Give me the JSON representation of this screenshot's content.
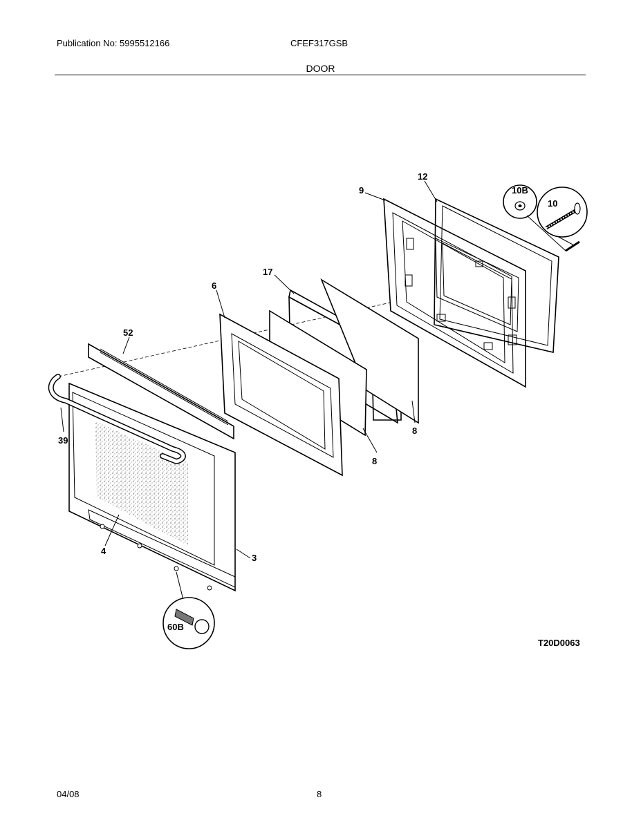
{
  "header": {
    "publication": "Publication No: 5995512166",
    "model": "CFEF317GSB",
    "section": "DOOR"
  },
  "diagram": {
    "code": "T20D0063",
    "callouts": {
      "c9": "9",
      "c12": "12",
      "c10B": "10B",
      "c10": "10",
      "c17": "17",
      "c6": "6",
      "c52": "52",
      "c39": "39",
      "c8a": "8",
      "c8b": "8",
      "c4": "4",
      "c3": "3",
      "c60B": "60B"
    }
  },
  "footer": {
    "date": "04/08",
    "page": "8"
  }
}
